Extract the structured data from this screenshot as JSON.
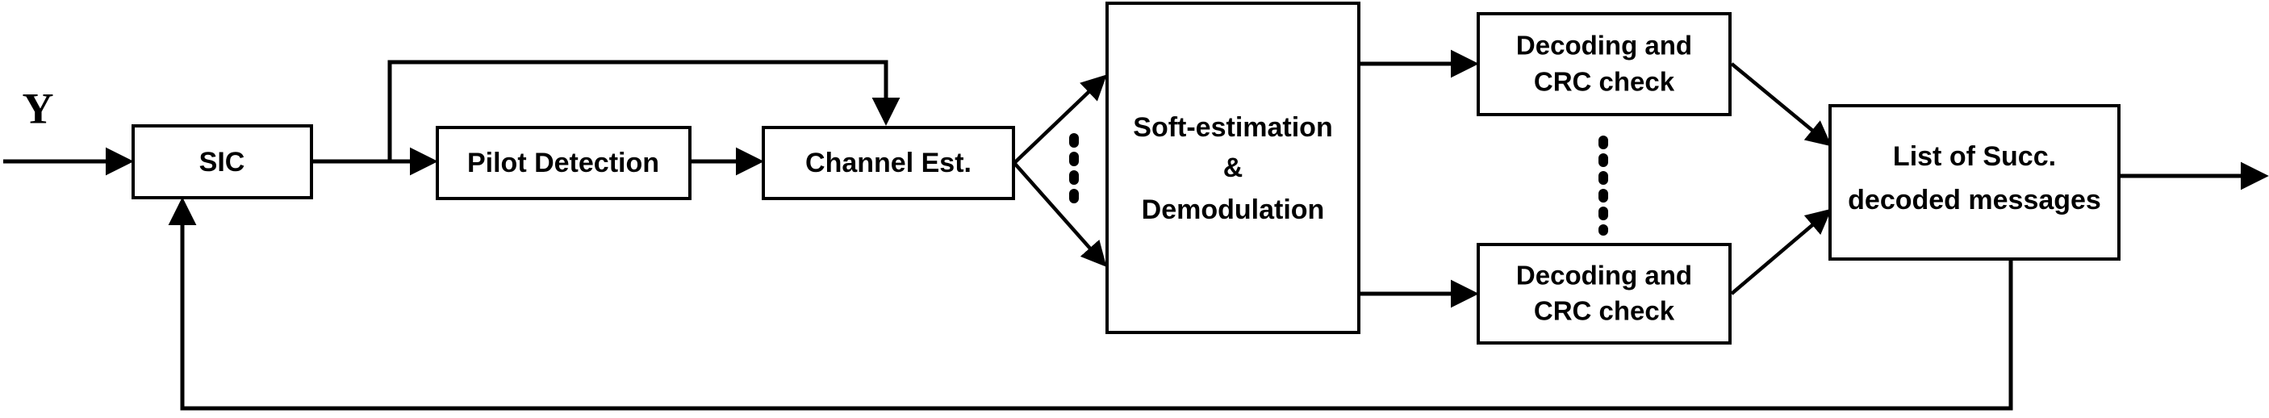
{
  "diagram": {
    "title": "SIC receiver block diagram",
    "background_color": "#ffffff",
    "line_color": "#000000",
    "signals": {
      "input_label": "Y"
    },
    "blocks": [
      {
        "id": "sic",
        "label": "SIC",
        "lines": [
          "SIC"
        ]
      },
      {
        "id": "pilot-detection",
        "label": "Pilot Detection",
        "lines": [
          "Pilot Detection"
        ]
      },
      {
        "id": "channel-est",
        "label": "Channel Est.",
        "lines": [
          "Channel Est."
        ]
      },
      {
        "id": "soft-estimation",
        "label": "Soft-estimation & Demodulation",
        "lines": [
          "Soft-estimation",
          "&",
          "Demodulation"
        ]
      },
      {
        "id": "decoding-crc-top",
        "label": "Decoding and CRC check",
        "lines": [
          "Decoding and",
          "CRC check"
        ]
      },
      {
        "id": "decoding-crc-bottom",
        "label": "Decoding and CRC check",
        "lines": [
          "Decoding and",
          "CRC check"
        ]
      },
      {
        "id": "list-succ-decoded",
        "label": "List of Succ. decoded messages",
        "lines": [
          "List of Succ.",
          "decoded messages"
        ]
      }
    ],
    "ellipses": [
      {
        "id": "branch-ellipsis",
        "dots": 4
      },
      {
        "id": "decoder-ellipsis",
        "dots": 6
      }
    ],
    "connections": [
      {
        "from": "input",
        "to": "sic"
      },
      {
        "from": "sic",
        "to": "pilot-detection"
      },
      {
        "from": "sic",
        "to": "channel-est",
        "path": "top-feedforward"
      },
      {
        "from": "pilot-detection",
        "to": "channel-est"
      },
      {
        "from": "channel-est",
        "to": "soft-estimation",
        "path": "fan-out-upper"
      },
      {
        "from": "channel-est",
        "to": "soft-estimation",
        "path": "fan-out-lower"
      },
      {
        "from": "soft-estimation",
        "to": "decoding-crc-top"
      },
      {
        "from": "soft-estimation",
        "to": "decoding-crc-bottom"
      },
      {
        "from": "decoding-crc-top",
        "to": "list-succ-decoded"
      },
      {
        "from": "decoding-crc-bottom",
        "to": "list-succ-decoded"
      },
      {
        "from": "list-succ-decoded",
        "to": "output"
      },
      {
        "from": "list-succ-decoded",
        "to": "sic",
        "path": "bottom-feedback"
      }
    ]
  }
}
